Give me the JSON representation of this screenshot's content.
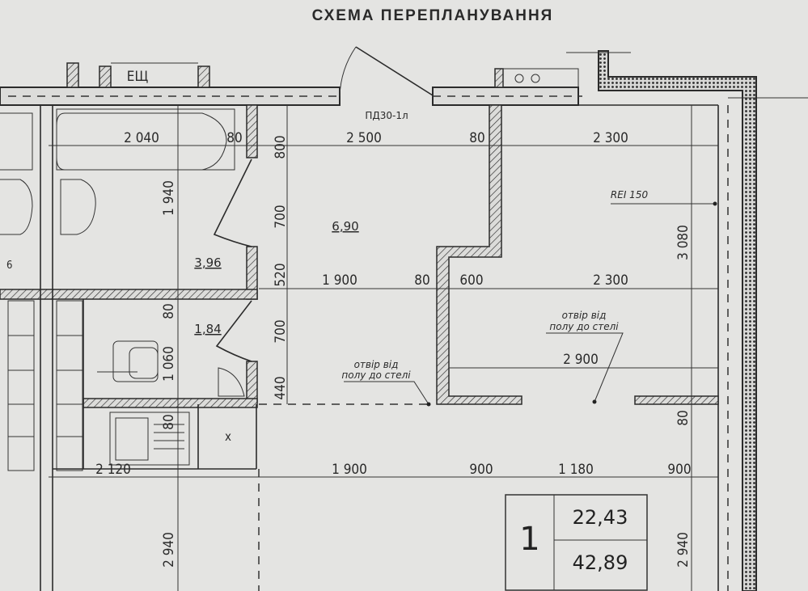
{
  "title": "СХЕМА ПЕРЕПЛАНУВАННЯ",
  "labels": {
    "electrical_panel": "ЕЩ",
    "door_type": "ПД30-1л",
    "fire_rating": "REI 150",
    "opening_1_line1": "отвір від",
    "opening_1_line2": "полу до стелі",
    "opening_2_line1": "отвір від",
    "opening_2_line2": "полу до стелі",
    "mark_x": "x",
    "edge_6": "6"
  },
  "areas": {
    "bathroom": "3,96",
    "hall": "6,90",
    "wc": "1,84"
  },
  "dimensions": {
    "h_top": [
      "2 040",
      "80",
      "2 500",
      "80",
      "2 300"
    ],
    "h_mid": [
      "1 900",
      "80",
      "600",
      "2 300"
    ],
    "h_low": "2 900",
    "h_bottom": [
      "2 120",
      "1 900",
      "900",
      "1 180",
      "900"
    ],
    "v_left": [
      "1 940",
      "80",
      "1 060",
      "80"
    ],
    "v_center": [
      "800",
      "700",
      "520",
      "700",
      "440"
    ],
    "v_right": [
      "3 080",
      "80",
      "2 940"
    ],
    "v_left_bottom": "2 940"
  },
  "apartment_table": {
    "number": "1",
    "living_area": "22,43",
    "total_area": "42,89"
  }
}
